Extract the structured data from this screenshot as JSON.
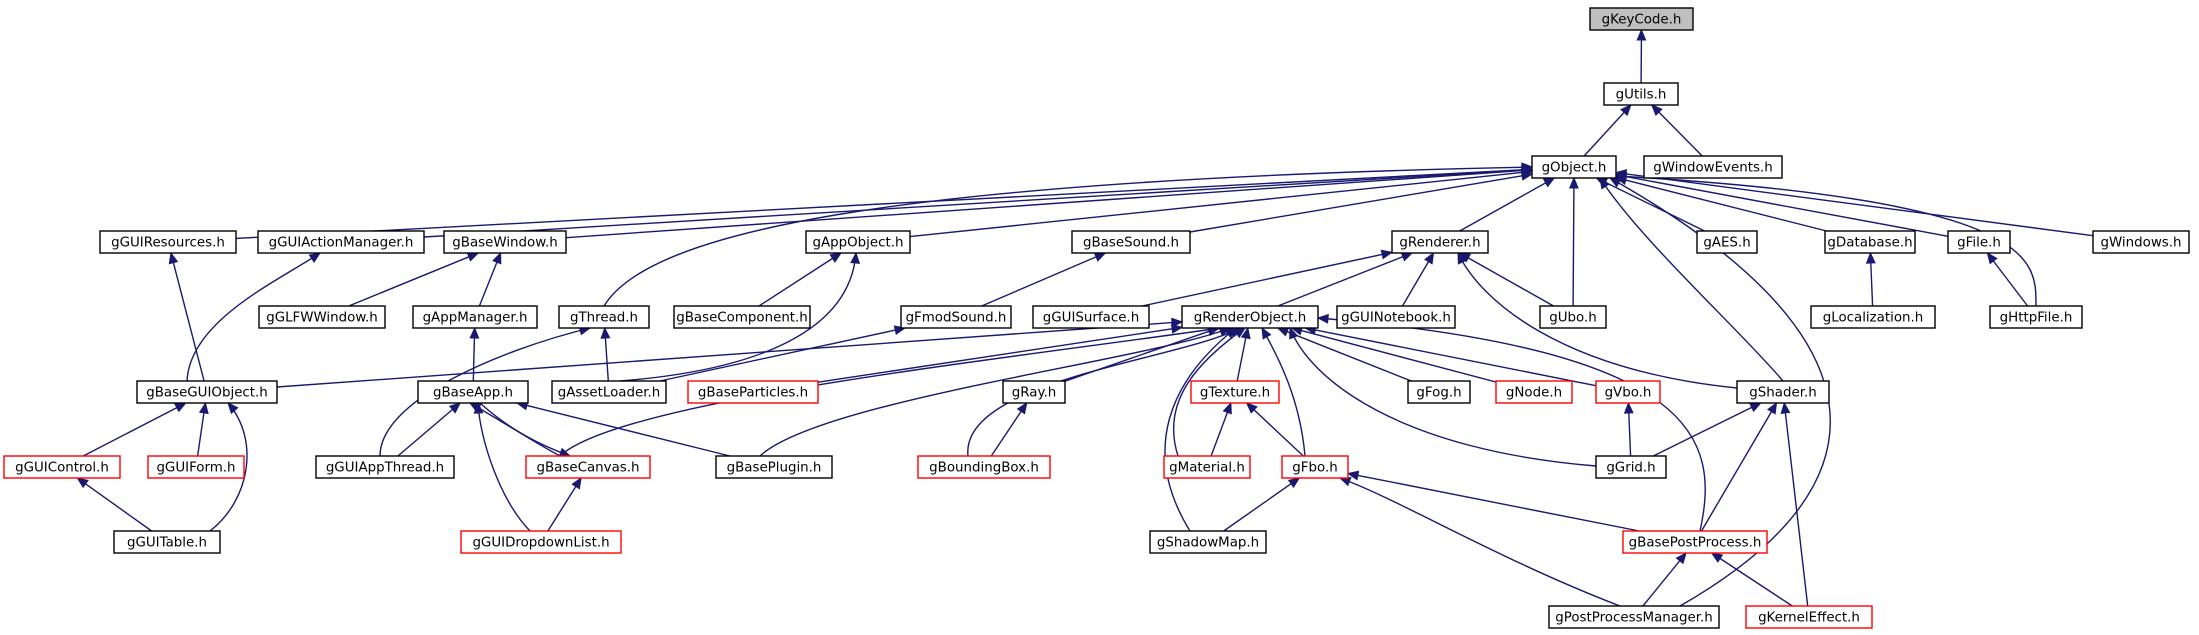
{
  "colors": {
    "edge": "#191970",
    "border_default": "#000000",
    "border_incomplete": "#ff0000",
    "highlight_fill": "#bfbfbf"
  },
  "nodes": {
    "gKeyCode": {
      "label": "gKeyCode.h",
      "highlight": true
    },
    "gUtils": {
      "label": "gUtils.h"
    },
    "gObject": {
      "label": "gObject.h"
    },
    "gWindowEvents": {
      "label": "gWindowEvents.h"
    },
    "gGUIResources": {
      "label": "gGUIResources.h"
    },
    "gGUIActionManager": {
      "label": "gGUIActionManager.h"
    },
    "gBaseWindow": {
      "label": "gBaseWindow.h"
    },
    "gAppObject": {
      "label": "gAppObject.h"
    },
    "gBaseSound": {
      "label": "gBaseSound.h"
    },
    "gRenderer": {
      "label": "gRenderer.h"
    },
    "gAES": {
      "label": "gAES.h"
    },
    "gDatabase": {
      "label": "gDatabase.h"
    },
    "gFile": {
      "label": "gFile.h"
    },
    "gWindows": {
      "label": "gWindows.h"
    },
    "gGLFWWindow": {
      "label": "gGLFWWindow.h"
    },
    "gAppManager": {
      "label": "gAppManager.h"
    },
    "gThread": {
      "label": "gThread.h"
    },
    "gBaseComponent": {
      "label": "gBaseComponent.h"
    },
    "gFmodSound": {
      "label": "gFmodSound.h"
    },
    "gGUISurface": {
      "label": "gGUISurface.h"
    },
    "gRenderObject": {
      "label": "gRenderObject.h"
    },
    "gGUINotebook": {
      "label": "gGUINotebook.h"
    },
    "gUbo": {
      "label": "gUbo.h"
    },
    "gLocalization": {
      "label": "gLocalization.h"
    },
    "gHttpFile": {
      "label": "gHttpFile.h"
    },
    "gBaseGUIObject": {
      "label": "gBaseGUIObject.h"
    },
    "gBaseApp": {
      "label": "gBaseApp.h"
    },
    "gAssetLoader": {
      "label": "gAssetLoader.h"
    },
    "gBaseParticles": {
      "label": "gBaseParticles.h",
      "incomplete": true
    },
    "gRay": {
      "label": "gRay.h"
    },
    "gTexture": {
      "label": "gTexture.h",
      "incomplete": true
    },
    "gFog": {
      "label": "gFog.h"
    },
    "gNode": {
      "label": "gNode.h",
      "incomplete": true
    },
    "gVbo": {
      "label": "gVbo.h",
      "incomplete": true
    },
    "gShader": {
      "label": "gShader.h"
    },
    "gGUIControl": {
      "label": "gGUIControl.h",
      "incomplete": true
    },
    "gGUIForm": {
      "label": "gGUIForm.h",
      "incomplete": true
    },
    "gGUIAppThread": {
      "label": "gGUIAppThread.h"
    },
    "gBaseCanvas": {
      "label": "gBaseCanvas.h",
      "incomplete": true
    },
    "gBasePlugin": {
      "label": "gBasePlugin.h"
    },
    "gBoundingBox": {
      "label": "gBoundingBox.h",
      "incomplete": true
    },
    "gMaterial": {
      "label": "gMaterial.h",
      "incomplete": true
    },
    "gFbo": {
      "label": "gFbo.h",
      "incomplete": true
    },
    "gGrid": {
      "label": "gGrid.h"
    },
    "gGUITable": {
      "label": "gGUITable.h"
    },
    "gGUIDropdownList": {
      "label": "gGUIDropdownList.h",
      "incomplete": true
    },
    "gShadowMap": {
      "label": "gShadowMap.h"
    },
    "gBasePostProcess": {
      "label": "gBasePostProcess.h",
      "incomplete": true
    },
    "gPostProcessManager": {
      "label": "gPostProcessManager.h"
    },
    "gKernelEffect": {
      "label": "gKernelEffect.h",
      "incomplete": true
    }
  },
  "edges": [
    [
      "gUtils",
      "gKeyCode"
    ],
    [
      "gObject",
      "gUtils"
    ],
    [
      "gWindowEvents",
      "gUtils"
    ],
    [
      "gGUIResources",
      "gObject"
    ],
    [
      "gGUIActionManager",
      "gObject"
    ],
    [
      "gBaseWindow",
      "gObject"
    ],
    [
      "gAppObject",
      "gObject"
    ],
    [
      "gBaseSound",
      "gObject"
    ],
    [
      "gRenderer",
      "gObject"
    ],
    [
      "gAES",
      "gObject"
    ],
    [
      "gDatabase",
      "gObject"
    ],
    [
      "gFile",
      "gObject"
    ],
    [
      "gWindows",
      "gObject"
    ],
    [
      "gThread",
      "gObject"
    ],
    [
      "gUbo",
      "gObject"
    ],
    [
      "gHttpFile",
      "gObject"
    ],
    [
      "gShader",
      "gObject"
    ],
    [
      "gPostProcessManager",
      "gObject"
    ],
    [
      "gGLFWWindow",
      "gBaseWindow"
    ],
    [
      "gAppManager",
      "gBaseWindow"
    ],
    [
      "gBaseComponent",
      "gAppObject"
    ],
    [
      "gAssetLoader",
      "gAppObject"
    ],
    [
      "gFmodSound",
      "gBaseSound"
    ],
    [
      "gGUISurface",
      "gRenderer"
    ],
    [
      "gRenderObject",
      "gRenderer"
    ],
    [
      "gGUINotebook",
      "gRenderer"
    ],
    [
      "gUbo",
      "gRenderer"
    ],
    [
      "gShader",
      "gRenderer"
    ],
    [
      "gLocalization",
      "gDatabase"
    ],
    [
      "gHttpFile",
      "gFile"
    ],
    [
      "gBaseGUIObject",
      "gGUIResources"
    ],
    [
      "gBaseGUIObject",
      "gGUIActionManager"
    ],
    [
      "gBaseApp",
      "gAppManager"
    ],
    [
      "gGUIAppThread",
      "gThread"
    ],
    [
      "gAssetLoader",
      "gThread"
    ],
    [
      "gAssetLoader",
      "gFmodSound"
    ],
    [
      "gBaseGUIObject",
      "gRenderObject"
    ],
    [
      "gBaseParticles",
      "gRenderObject"
    ],
    [
      "gRay",
      "gRenderObject"
    ],
    [
      "gTexture",
      "gRenderObject"
    ],
    [
      "gFog",
      "gRenderObject"
    ],
    [
      "gNode",
      "gRenderObject"
    ],
    [
      "gVbo",
      "gRenderObject"
    ],
    [
      "gBaseCanvas",
      "gRenderObject"
    ],
    [
      "gBasePlugin",
      "gRenderObject"
    ],
    [
      "gBoundingBox",
      "gRenderObject"
    ],
    [
      "gMaterial",
      "gRenderObject"
    ],
    [
      "gFbo",
      "gRenderObject"
    ],
    [
      "gGrid",
      "gRenderObject"
    ],
    [
      "gShadowMap",
      "gRenderObject"
    ],
    [
      "gBasePostProcess",
      "gRenderObject"
    ],
    [
      "gGUIControl",
      "gBaseGUIObject"
    ],
    [
      "gGUIForm",
      "gBaseGUIObject"
    ],
    [
      "gGUITable",
      "gBaseGUIObject"
    ],
    [
      "gGUIAppThread",
      "gBaseApp"
    ],
    [
      "gBaseCanvas",
      "gBaseApp"
    ],
    [
      "gBasePlugin",
      "gBaseApp"
    ],
    [
      "gGUIDropdownList",
      "gBaseApp"
    ],
    [
      "gBaseApp",
      "gBaseCanvas"
    ],
    [
      "gBoundingBox",
      "gRay"
    ],
    [
      "gMaterial",
      "gTexture"
    ],
    [
      "gFbo",
      "gTexture"
    ],
    [
      "gGrid",
      "gVbo"
    ],
    [
      "gGrid",
      "gShader"
    ],
    [
      "gBasePostProcess",
      "gShader"
    ],
    [
      "gKernelEffect",
      "gShader"
    ],
    [
      "gGUITable",
      "gGUIControl"
    ],
    [
      "gGUIDropdownList",
      "gBaseCanvas"
    ],
    [
      "gShadowMap",
      "gFbo"
    ],
    [
      "gBasePostProcess",
      "gFbo"
    ],
    [
      "gPostProcessManager",
      "gFbo"
    ],
    [
      "gPostProcessManager",
      "gBasePostProcess"
    ],
    [
      "gKernelEffect",
      "gBasePostProcess"
    ]
  ]
}
